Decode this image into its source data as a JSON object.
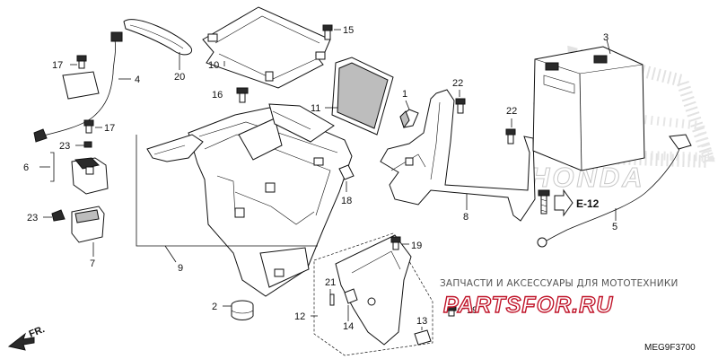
{
  "callouts": [
    "1",
    "2",
    "3",
    "4",
    "5",
    "6",
    "7",
    "8",
    "9",
    "10",
    "11",
    "12",
    "13",
    "14",
    "15",
    "16",
    "17",
    "17",
    "18",
    "19",
    "19",
    "20",
    "21",
    "22",
    "22",
    "23",
    "23"
  ],
  "reference": {
    "label": "E-12"
  },
  "front_label": "FR.",
  "diagram_code": "MEG9F3700",
  "watermark": {
    "caption": "ЗАПЧАСТИ И АКСЕССУАРЫ ДЛЯ МОТОТЕХНИКИ",
    "logo": "PARTSFOR.RU",
    "logo_color": "#c0152a"
  },
  "brand": "HONDA",
  "colors": {
    "ink": "#111111",
    "paper": "#ffffff",
    "shade": "#bdbdbd"
  }
}
